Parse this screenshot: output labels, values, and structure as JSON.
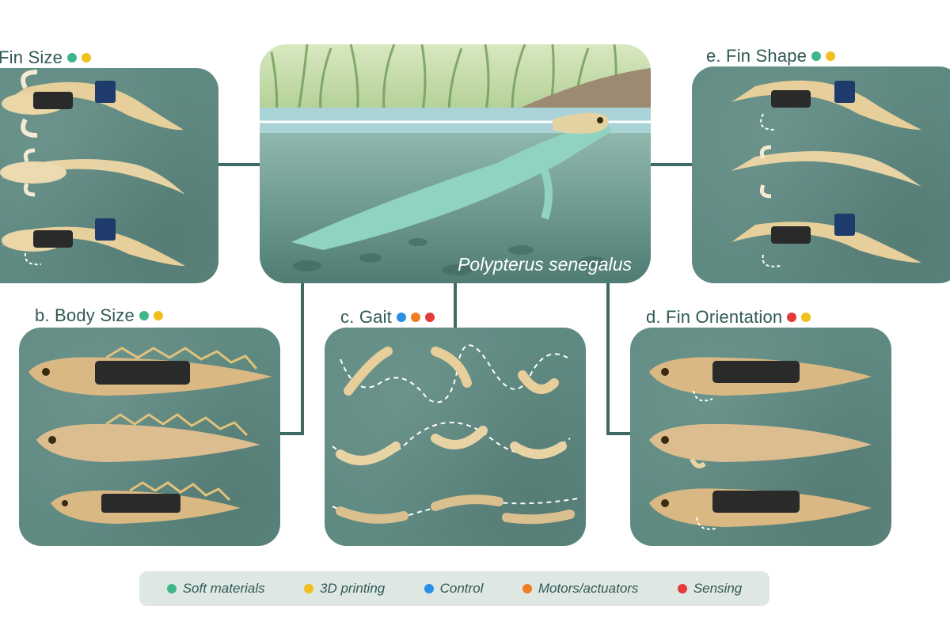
{
  "center": {
    "species": "Polypterus senegalus"
  },
  "panels": {
    "fin_size": {
      "title": "Fin Size",
      "dots": [
        "#3fb58a",
        "#f1bf1e"
      ]
    },
    "body_size": {
      "title": "b. Body Size",
      "dots": [
        "#3fb58a",
        "#f1bf1e"
      ]
    },
    "gait": {
      "title": "c. Gait",
      "dots": [
        "#2a8ee6",
        "#ef7d22",
        "#e43b3b"
      ]
    },
    "fin_orientation": {
      "title": "d. Fin Orientation",
      "dots": [
        "#e43b3b",
        "#f1bf1e"
      ]
    },
    "fin_shape": {
      "title": "e. Fin Shape",
      "dots": [
        "#3fb58a",
        "#f1bf1e"
      ]
    }
  },
  "legend": [
    {
      "label": "Soft materials",
      "color": "#3fb58a"
    },
    {
      "label": "3D printing",
      "color": "#f1bf1e"
    },
    {
      "label": "Control",
      "color": "#2a8ee6"
    },
    {
      "label": "Motors/actuators",
      "color": "#ef7d22"
    },
    {
      "label": "Sensing",
      "color": "#e43b3b"
    }
  ]
}
